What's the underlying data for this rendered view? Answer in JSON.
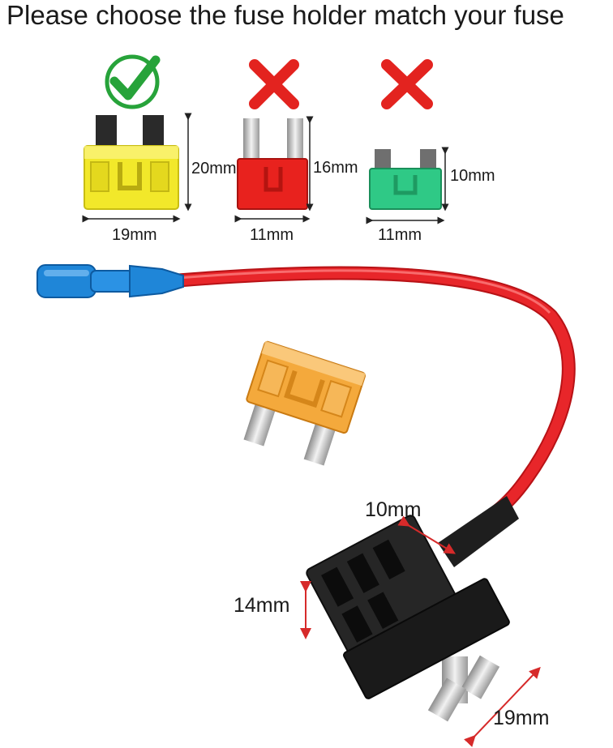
{
  "title": "Please choose the fuse holder match your fuse",
  "fuses": [
    {
      "type": "standard",
      "status": "check",
      "status_icon": "check-icon",
      "color": "#f2e82a",
      "height_label": "20mm",
      "width_label": "19mm"
    },
    {
      "type": "mini",
      "status": "cross",
      "status_icon": "cross-icon",
      "color": "#e8221e",
      "height_label": "16mm",
      "width_label": "11mm"
    },
    {
      "type": "low-profile-mini",
      "status": "cross",
      "status_icon": "cross-icon",
      "color": "#2fc986",
      "height_label": "10mm",
      "width_label": "11mm"
    }
  ],
  "holder": {
    "wire_color": "#e8262a",
    "connector_color": "#1f86d8",
    "spare_fuse_color": "#f4a93c",
    "width_label": "10mm",
    "depth_label": "14mm",
    "blade_label": "19mm"
  },
  "colors": {
    "check": "#27a33a",
    "cross": "#e3231f"
  }
}
